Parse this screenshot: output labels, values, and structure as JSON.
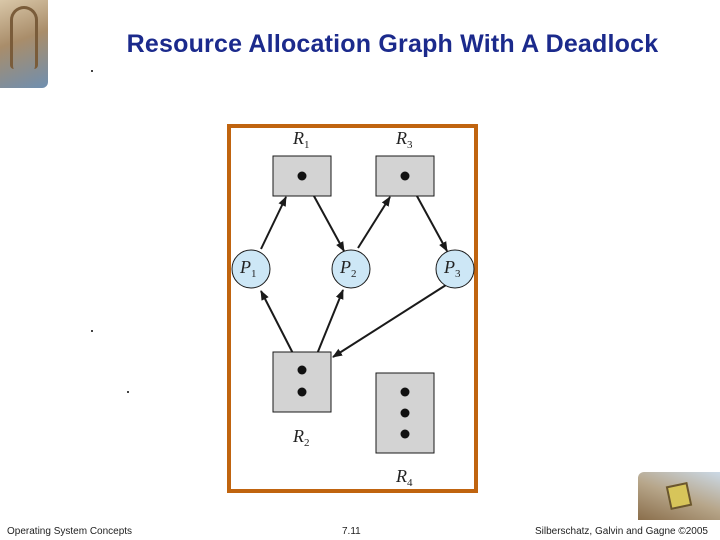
{
  "slide": {
    "title": "Resource Allocation Graph With A Deadlock"
  },
  "footer": {
    "left": "Operating System Concepts",
    "center": "7.11",
    "right": "Silberschatz, Galvin and Gagne ©2005"
  },
  "graph": {
    "resources": [
      {
        "name": "R",
        "subscript": "1",
        "instances": 1
      },
      {
        "name": "R",
        "subscript": "3",
        "instances": 1
      },
      {
        "name": "R",
        "subscript": "2",
        "instances": 2
      },
      {
        "name": "R",
        "subscript": "4",
        "instances": 3
      }
    ],
    "processes": [
      {
        "name": "P",
        "subscript": "1"
      },
      {
        "name": "P",
        "subscript": "2"
      },
      {
        "name": "P",
        "subscript": "3"
      }
    ],
    "edges": [
      {
        "from": "P1",
        "to": "R1",
        "kind": "request"
      },
      {
        "from": "R1",
        "to": "P2",
        "kind": "assignment"
      },
      {
        "from": "P2",
        "to": "R3",
        "kind": "request"
      },
      {
        "from": "R3",
        "to": "P3",
        "kind": "assignment"
      },
      {
        "from": "P3",
        "to": "R2",
        "kind": "request"
      },
      {
        "from": "R2",
        "to": "P1",
        "kind": "assignment"
      },
      {
        "from": "R2",
        "to": "P2",
        "kind": "assignment"
      }
    ],
    "colors": {
      "frame": "#c0640f",
      "resource_fill": "#d3d3d3",
      "process_fill": "#cde7f6",
      "stroke": "#1a1a1a"
    }
  }
}
